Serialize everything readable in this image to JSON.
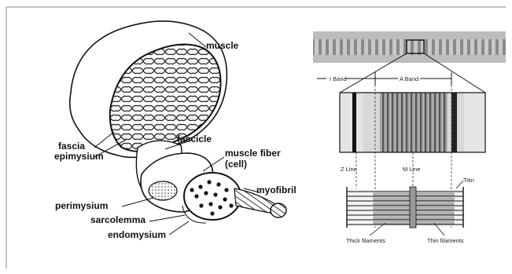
{
  "muscle_diagram": {
    "labels": {
      "muscle": "muscle",
      "fascia": "fascia",
      "epimysium": "epimysium",
      "fascicle": "fascicle",
      "muscle_fiber": "muscle fiber",
      "muscle_fiber_cell": "(cell)",
      "myofibril": "myofibril",
      "perimysium": "perimysium",
      "sarcolemma": "sarcolemma",
      "endomysium": "endomysium"
    }
  },
  "sarcomere_diagram": {
    "labels": {
      "i_band": "I Band",
      "a_band": "A Band",
      "z_line": "Z Line",
      "m_line": "M Line",
      "titin": "Titin",
      "thick_filaments": "Thick filaments",
      "thin_filaments": "Thin filaments"
    }
  }
}
